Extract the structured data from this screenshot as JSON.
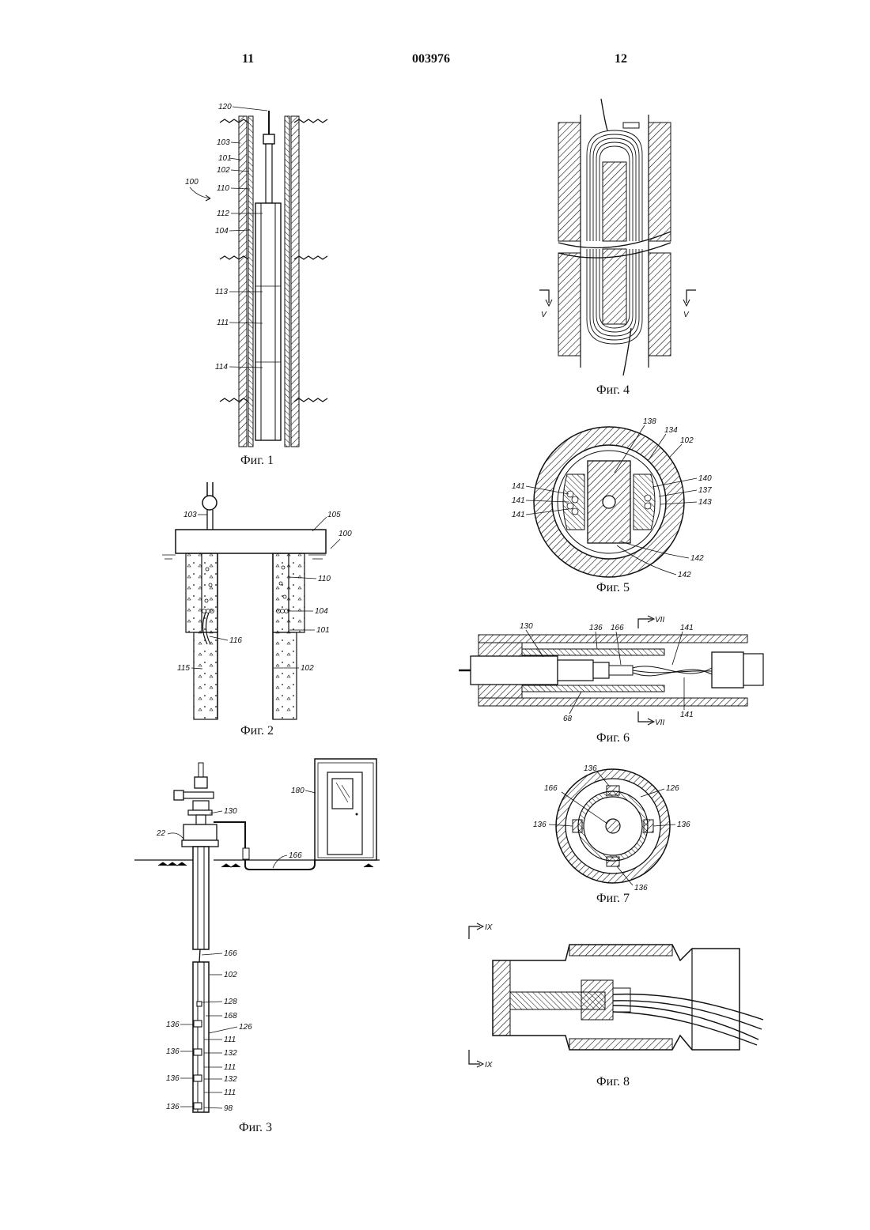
{
  "header": {
    "left_page": "11",
    "doc_number": "003976",
    "right_page": "12"
  },
  "figures": {
    "fig1": {
      "caption": "Фиг. 1",
      "labels": [
        "120",
        "103",
        "101",
        "102",
        "100",
        "110",
        "112",
        "104",
        "113",
        "111",
        "114"
      ]
    },
    "fig2": {
      "caption": "Фиг. 2",
      "labels": [
        "103",
        "105",
        "100",
        "110",
        "104",
        "116",
        "101",
        "115",
        "102"
      ]
    },
    "fig3": {
      "caption": "Фиг. 3",
      "labels": [
        "130",
        "22",
        "180",
        "166",
        "166",
        "102",
        "128",
        "168",
        "136",
        "126",
        "111",
        "136",
        "132",
        "111",
        "136",
        "132",
        "111",
        "136",
        "98"
      ]
    },
    "fig4": {
      "caption": "Фиг. 4",
      "labels": [
        "V",
        "V"
      ]
    },
    "fig5": {
      "caption": "Фиг. 5",
      "labels": [
        "138",
        "134",
        "102",
        "141",
        "141",
        "141",
        "140",
        "137",
        "143",
        "142",
        "142"
      ]
    },
    "fig6": {
      "caption": "Фиг. 6",
      "labels": [
        "VII",
        "130",
        "136",
        "166",
        "141",
        "68",
        "141",
        "VII"
      ]
    },
    "fig7": {
      "caption": "Фиг. 7",
      "labels": [
        "136",
        "166",
        "126",
        "136",
        "136",
        "136"
      ]
    },
    "fig8": {
      "caption": "Фиг. 8",
      "labels": [
        "IX",
        "IX"
      ]
    }
  }
}
